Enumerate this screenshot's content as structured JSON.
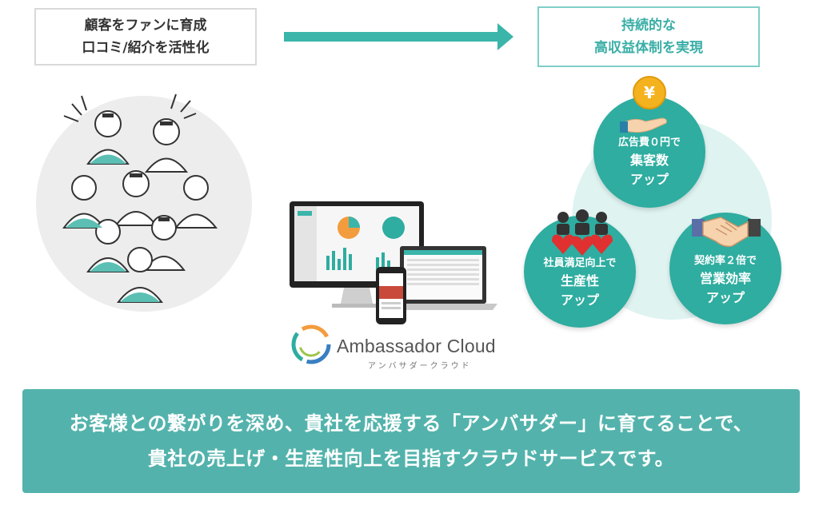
{
  "top_left_box": {
    "line1": "顧客をファンに育成",
    "line2": "口コミ/紹介を活性化"
  },
  "top_right_box": {
    "line1": "持続的な",
    "line2": "高収益体制を実現"
  },
  "logo": {
    "name": "Ambassador Cloud",
    "kana": "アンバサダークラウド"
  },
  "cycle": {
    "top": {
      "line1": "広告費０円で",
      "line2": "集客数",
      "line3": "アップ"
    },
    "left": {
      "line1": "社員満足向上で",
      "line2": "生産性",
      "line3": "アップ"
    },
    "right": {
      "line1": "契約率２倍で",
      "line2": "営業効率",
      "line3": "アップ"
    }
  },
  "banner": {
    "line1": "お客様との繋がりを深め、貴社を応援する「アンバサダー」に育てることで、",
    "line2": "貴社の売上げ・生産性向上を目指すクラウドサービスです。"
  },
  "colors": {
    "teal": "#2eada0",
    "banner": "#53b3ac",
    "arrow": "#3bb5aa",
    "gold": "#f5b21f"
  },
  "icons": [
    "crowd-illustration",
    "devices-illustration",
    "logo-swirl-icon",
    "yen-coin-icon",
    "hand-icon",
    "people-hearts-icon",
    "handshake-icon",
    "arrow-right-icon"
  ]
}
